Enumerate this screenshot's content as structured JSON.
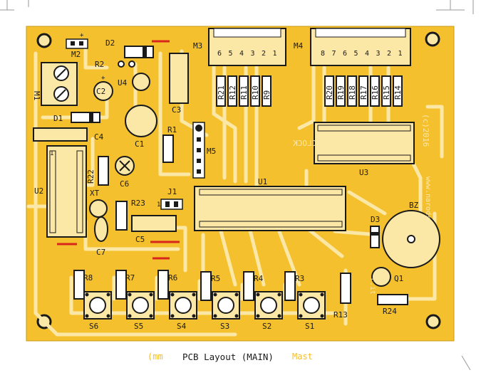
{
  "colors": {
    "board": "#f5c02e",
    "copper": "#fbe7a6",
    "ink": "#1a1a1a",
    "red": "#d8261d",
    "page": "#ffffff"
  },
  "title": "PCB Layout (MAIN)",
  "watermark_left": "(mm",
  "watermark_right": "Mast",
  "silk": {
    "clock": "LARGE DIGITAL CLOCK",
    "copyright": "(c)2016",
    "url": "www.narodstream.ru",
    "url_tail": "r.it"
  },
  "refs": {
    "M1": "M1",
    "M2": "M2",
    "M3": "M3",
    "M4": "M4",
    "M5": "M5",
    "D1": "D1",
    "D2": "D2",
    "D3": "D3",
    "R1": "R1",
    "R2": "R2",
    "R3": "R3",
    "R4": "R4",
    "R5": "R5",
    "R6": "R6",
    "R7": "R7",
    "R8": "R8",
    "R22": "R22",
    "R23": "R23",
    "R24": "R24",
    "R13": "R13",
    "C1": "C1",
    "C2": "C2",
    "C3": "C3",
    "C4": "C4",
    "C5": "C5",
    "C6": "C6",
    "C7": "C7",
    "U1": "U1",
    "U2": "U2",
    "U3": "U3",
    "U4": "U4",
    "XT": "XT",
    "J1": "J1",
    "BZ": "BZ",
    "Q1": "Q1",
    "S1": "S1",
    "S2": "S2",
    "S3": "S3",
    "S4": "S4",
    "S5": "S5",
    "S6": "S6"
  },
  "m3_resistors": [
    "R21",
    "R12",
    "R11",
    "R10",
    "R9"
  ],
  "m4_resistors": [
    "R20",
    "R19",
    "R18",
    "R17",
    "R16",
    "R15",
    "R14"
  ],
  "m3_pins": [
    "6",
    "5",
    "4",
    "3",
    "2",
    "1"
  ],
  "m4_pins": [
    "8",
    "7",
    "6",
    "5",
    "4",
    "3",
    "2",
    "1"
  ],
  "pin_marks": {
    "one": "1",
    "plus": "+",
    "minus": "-",
    "two": "2",
    "three": "3"
  }
}
